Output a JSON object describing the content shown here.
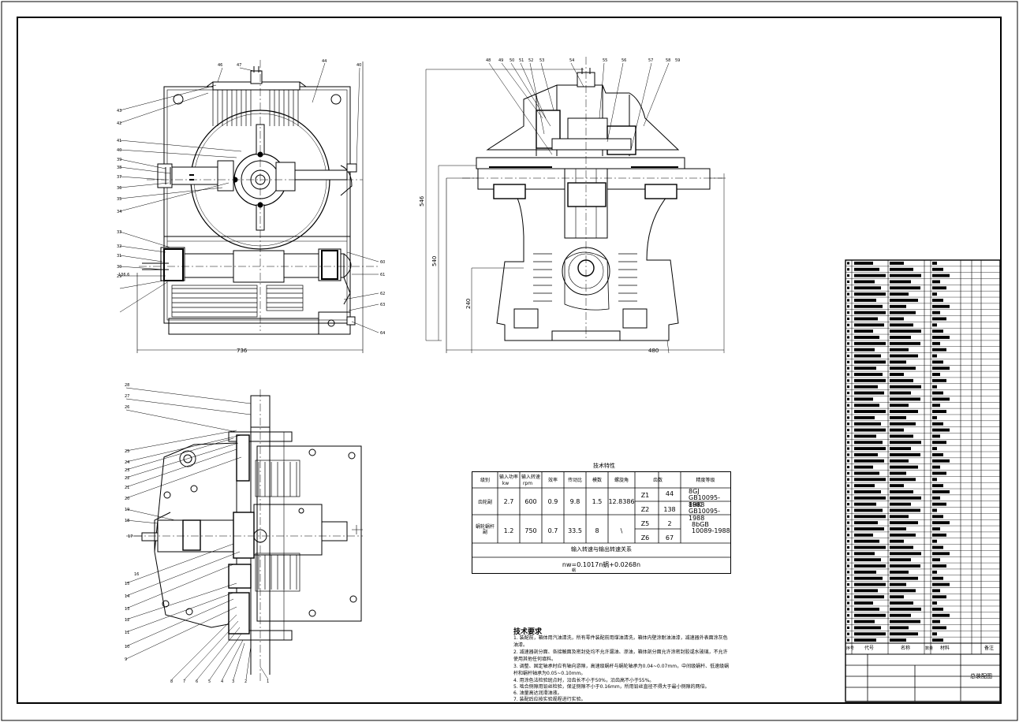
{
  "dimensions": {
    "width_736": "736",
    "width_480": "480",
    "height_546": "546",
    "height_540": "540",
    "height_240": "240",
    "small_136": "136.6"
  },
  "top_view_callouts": [
    "46",
    "47",
    "44",
    "40",
    "43",
    "42",
    "41",
    "40",
    "39",
    "38",
    "37",
    "36",
    "35",
    "34",
    "33",
    "32",
    "31",
    "30",
    "29",
    "60",
    "61",
    "62",
    "63",
    "64"
  ],
  "front_view_callouts": [
    "48",
    "49",
    "50",
    "51",
    "52",
    "53",
    "54",
    "55",
    "56",
    "57",
    "58",
    "59"
  ],
  "bottom_view_callouts": [
    "28",
    "27",
    "26",
    "25",
    "24",
    "23",
    "22",
    "21",
    "20",
    "19",
    "18",
    "17",
    "16",
    "15",
    "14",
    "13",
    "12",
    "11",
    "10",
    "9",
    "8",
    "7",
    "6",
    "5",
    "4",
    "3",
    "2",
    "1"
  ],
  "specs": {
    "title": "技术特性",
    "headers": {
      "type": "级别",
      "power": "输入功率",
      "power_unit": "kw",
      "speed": "输入转速",
      "speed_unit": "rpm",
      "efficiency": "效率",
      "ratio": "传动比",
      "module": "模数",
      "helix": "螺旋角",
      "teeth": "齿数",
      "precision": "精度等级"
    },
    "rows": [
      {
        "type": "齿轮副",
        "power": "2.7",
        "speed": "600",
        "efficiency": "0.9",
        "ratio": "9.8",
        "module": "1.5",
        "helix": "12.8386",
        "z_a": "Z1",
        "n_a": "44",
        "z_b": "Z2",
        "n_b": "138",
        "precision_a": "8GJ",
        "precision_b": "GB10095-1988",
        "precision_c": "8HK",
        "precision_d": "GB10095-1988"
      },
      {
        "type": "蜗轮蜗杆副",
        "power": "1.2",
        "speed": "750",
        "efficiency": "0.7",
        "ratio": "33.5",
        "module": "8",
        "helix": "\\",
        "z_a": "Z5",
        "n_a": "2",
        "z_b": "Z6",
        "n_b": "67",
        "precision_a": "8bGB",
        "precision_b": "10089-1988",
        "precision_c": "",
        "precision_d": ""
      }
    ],
    "relation_title": "输入转速与输出转速关系",
    "relation_formula": "nw=0.1017n蜗+0.0268n",
    "relation_sub": "蜗"
  },
  "requirements": {
    "title": "技术要求",
    "lines": [
      "1. 装配前，箱体用汽油清洗，所有零件装配前用煤油清洗，箱体内壁涂耐油油漆，减速器外表面涂灰色",
      "油漆。",
      "2. 减速器剖分面、各接触面及密封处均不允许漏油、渗油，箱体剖分面允许涂密封胶或水玻璃，不允许",
      "使用其他任何填料。",
      "3. 调整、固定轴承时应有轴向游隙，高速级蜗杆与蜗轮轴承为0.04~0.07mm，中间级蜗杆、低速级蜗",
      "杆和蜗杆轴承为0.05~0.10mm。",
      "4. 用涂色法检验斑点时，沿齿长不小于50%，沿齿高不小于55%。",
      "5. 啮合侧隙用铅丝检验，保证侧隙不小于0.16mm，所用铅丝直径不得大于最小侧隙的两倍。",
      "6. 油量高达润滑油液。",
      "7. 装配后应按实验规程进行实验。"
    ]
  },
  "title_block": {
    "col_seq": "序号",
    "col_code": "代号",
    "col_name": "名称",
    "col_qty": "数量",
    "col_material": "材料",
    "col_note": "备注",
    "drawing_title": "总装配图"
  },
  "bom_rows": 62,
  "colors": {
    "line": "#000000",
    "paper": "#ffffff"
  }
}
